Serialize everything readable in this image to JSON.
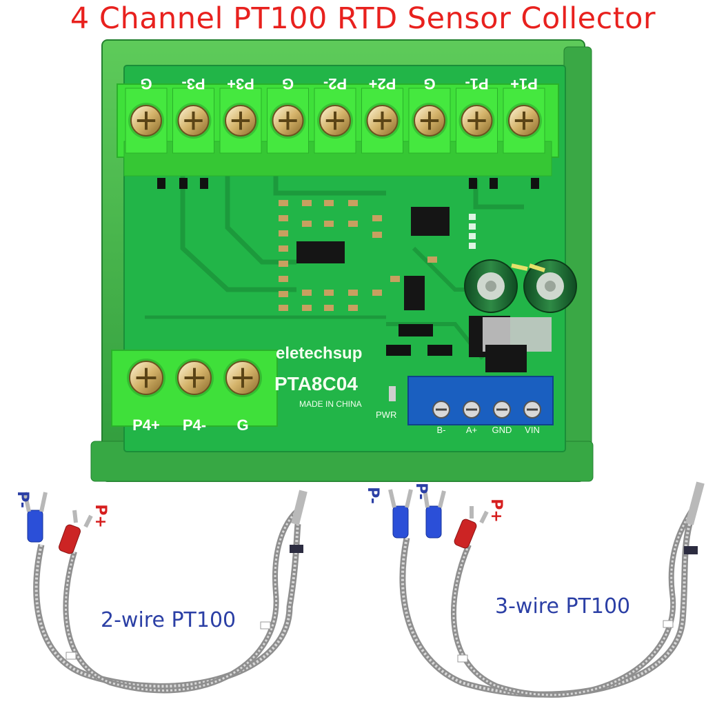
{
  "title": "4 Channel PT100 RTD Sensor Collector",
  "board": {
    "brand": "eletechsup",
    "model": "PTA8C04",
    "made_in": "MADE IN CHINA",
    "pwr_label": "PWR",
    "top_terminals": [
      "G",
      "P3-",
      "P3+",
      "G",
      "P2-",
      "P2+",
      "G",
      "P1-",
      "P1+"
    ],
    "bottom_terminals": [
      "P4+",
      "P4-",
      "G"
    ],
    "power_terminals": [
      "B-",
      "A+",
      "GND",
      "VIN"
    ]
  },
  "sensors": [
    {
      "caption": "2-wire PT100",
      "wire_labels": [
        "P-",
        "P+"
      ]
    },
    {
      "caption": "3-wire PT100",
      "wire_labels": [
        "P-",
        "P-",
        "P+"
      ]
    }
  ],
  "colors": {
    "title": "#e8211e",
    "pcb_green": "#22b548",
    "rail_green": "#3ab54a",
    "terminal_green": "#3fe03a",
    "blue_terminal": "#1a5fc0",
    "caption_blue": "#2b3fa5",
    "label_red": "#d61e1e"
  }
}
